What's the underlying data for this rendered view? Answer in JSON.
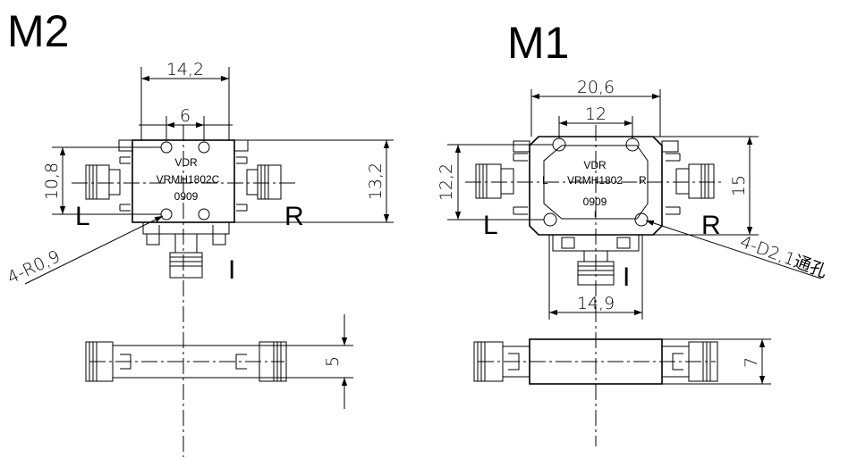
{
  "models": {
    "m2": {
      "title": "M2",
      "width_label": "14,2",
      "hole_spacing_label": "6",
      "height_left_label": "10,8",
      "height_right_label": "13,2",
      "thickness_label": "5",
      "hole_note": "4-R0,9",
      "marking": {
        "brand": "VDR",
        "model": "VRMH1802C",
        "code": "0909"
      },
      "ports": {
        "left": "L",
        "right": "R",
        "bottom": "I"
      }
    },
    "m1": {
      "title": "M1",
      "width_label": "20,6",
      "hole_spacing_label": "12",
      "bottom_width_label": "14,9",
      "height_left_label": "12,2",
      "height_right_label": "15",
      "thickness_label": "7",
      "hole_note": "4-D2,1通孔",
      "marking": {
        "brand": "VDR",
        "model": "VRMH1802",
        "code": "0909",
        "inner_left": "L",
        "inner_right": "R",
        "inner_bottom": "I"
      },
      "ports": {
        "left": "L",
        "right": "R",
        "bottom": "I"
      }
    }
  }
}
